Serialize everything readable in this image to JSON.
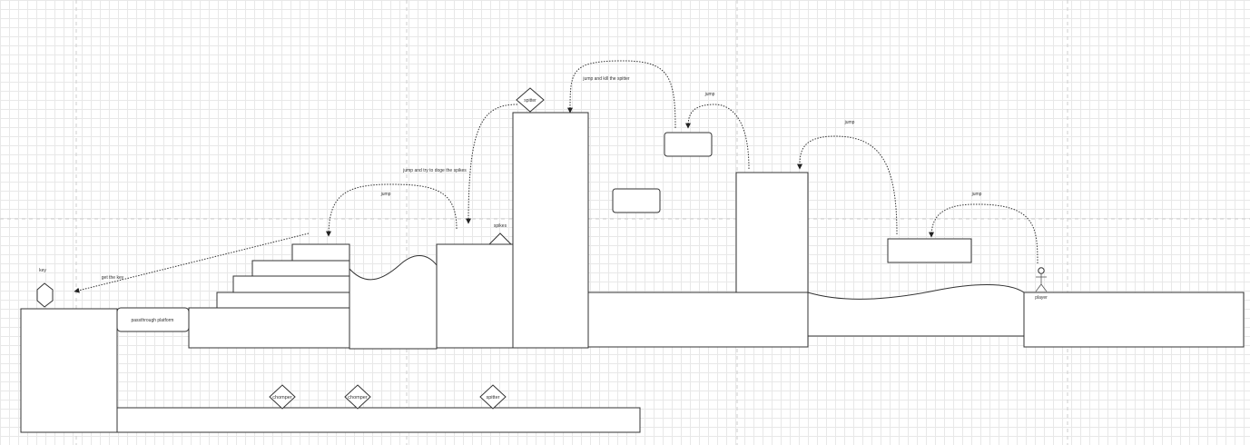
{
  "diagram": {
    "labels": {
      "key": "key",
      "get_key": "get the key",
      "passthrough": "passthrough platform",
      "jump_left": "jump",
      "jump_dodge": "jump and try to doge the spikes",
      "spikes": "spikes",
      "spitter_top": "spitter",
      "jump_kill": "jump and kill the spitter",
      "jump_mid": "jump",
      "jump_right": "jump",
      "jump_player": "jump",
      "player": "player",
      "chomper_1": "chomper",
      "chomper_2": "chomper",
      "spitter_bottom": "spitter"
    },
    "colors": {
      "stroke": "#333333",
      "grid": "#e8e8e8",
      "guide": "#cccccc",
      "background": "#ffffff"
    }
  }
}
